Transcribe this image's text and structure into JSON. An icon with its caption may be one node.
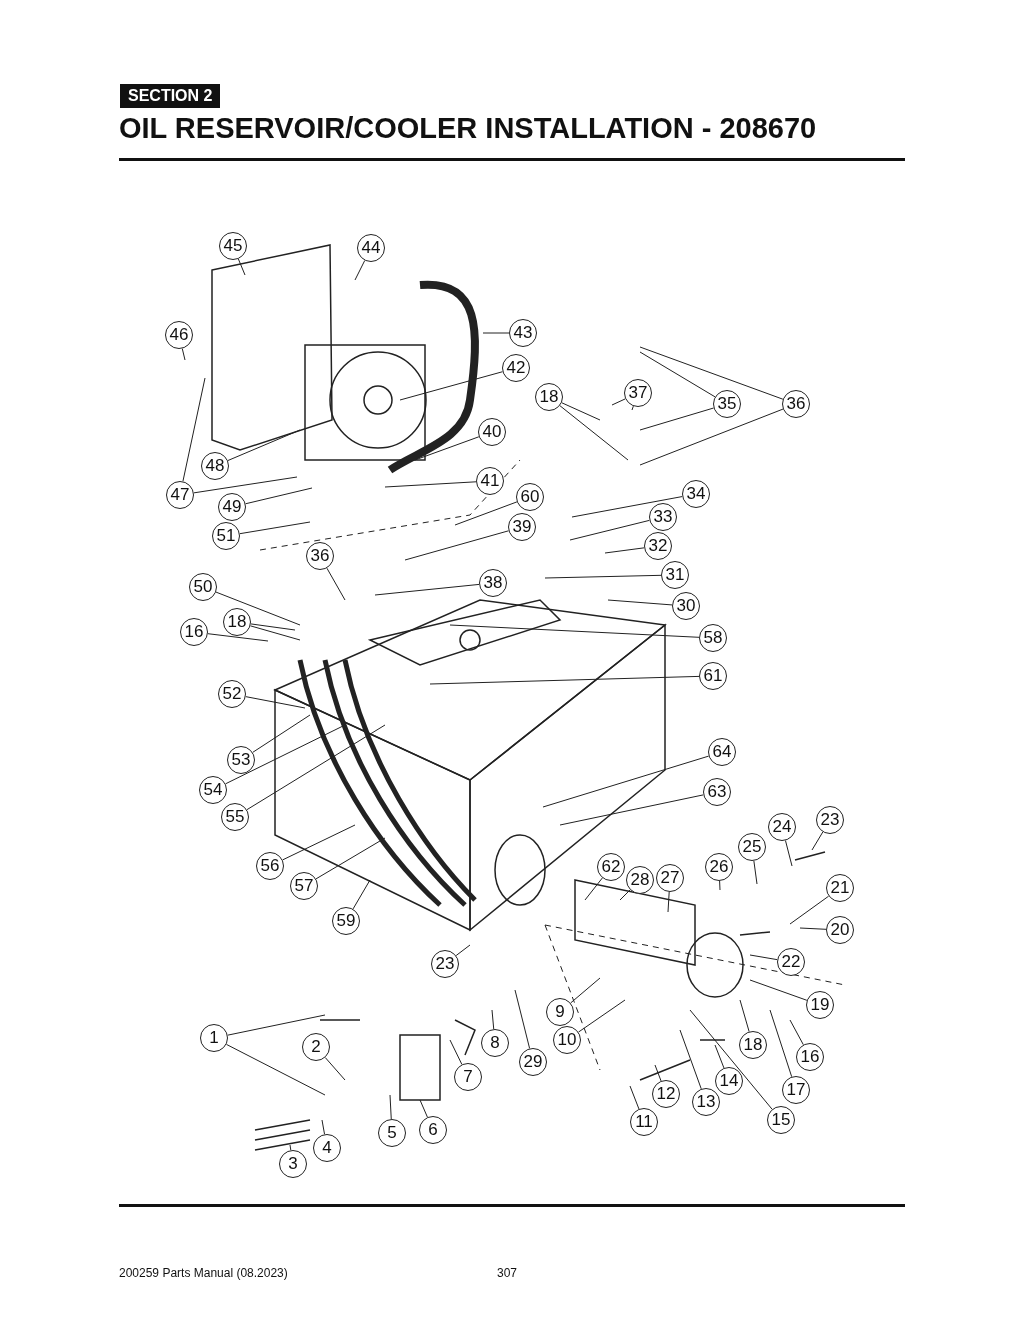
{
  "diagram": {
    "title": "OIL RESERVOIR/COOLER INSTALLATION - 208670",
    "nodes": [
      {
        "text": [
          "45"
        ]
      },
      {
        "text": [
          "44"
        ]
      },
      {
        "text": [
          "43"
        ]
      },
      {
        "text": [
          "46"
        ]
      },
      {
        "text": [
          "42"
        ]
      },
      {
        "text": [
          "18"
        ]
      },
      {
        "text": [
          "37"
        ]
      },
      {
        "text": [
          "35"
        ]
      },
      {
        "text": [
          "36"
        ]
      },
      {
        "text": [
          "40"
        ]
      },
      {
        "text": [
          "48"
        ]
      },
      {
        "text": [
          "41"
        ]
      },
      {
        "text": [
          "47"
        ]
      },
      {
        "text": [
          "49"
        ]
      },
      {
        "text": [
          "60"
        ]
      },
      {
        "text": [
          "34"
        ]
      },
      {
        "text": [
          "51"
        ]
      },
      {
        "text": [
          "39"
        ]
      },
      {
        "text": [
          "33"
        ]
      },
      {
        "text": [
          "32"
        ]
      },
      {
        "text": [
          "36"
        ]
      },
      {
        "text": [
          "31"
        ]
      },
      {
        "text": [
          "50"
        ]
      },
      {
        "text": [
          "38"
        ]
      },
      {
        "text": [
          "30"
        ]
      },
      {
        "text": [
          "18"
        ]
      },
      {
        "text": [
          "16"
        ]
      },
      {
        "text": [
          "58"
        ]
      },
      {
        "text": [
          "61"
        ]
      },
      {
        "text": [
          "52"
        ]
      },
      {
        "text": [
          "53"
        ]
      },
      {
        "text": [
          "54"
        ]
      },
      {
        "text": [
          "64"
        ]
      },
      {
        "text": [
          "63"
        ]
      },
      {
        "text": [
          "55"
        ]
      },
      {
        "text": [
          "24"
        ]
      },
      {
        "text": [
          "23"
        ]
      },
      {
        "text": [
          "25"
        ]
      },
      {
        "text": [
          "26"
        ]
      },
      {
        "text": [
          "56"
        ]
      },
      {
        "text": [
          "62"
        ]
      },
      {
        "text": [
          "28"
        ]
      },
      {
        "text": [
          "27"
        ]
      },
      {
        "text": [
          "21"
        ]
      },
      {
        "text": [
          "57"
        ]
      },
      {
        "text": [
          "59"
        ]
      },
      {
        "text": [
          "20"
        ]
      },
      {
        "text": [
          "22"
        ]
      },
      {
        "text": [
          "23"
        ]
      },
      {
        "text": [
          "19"
        ]
      },
      {
        "text": [
          "9"
        ]
      },
      {
        "text": [
          "29"
        ]
      },
      {
        "text": [
          "10"
        ]
      },
      {
        "text": [
          "18"
        ]
      },
      {
        "text": [
          "8"
        ]
      },
      {
        "text": [
          "1"
        ]
      },
      {
        "text": [
          "2"
        ]
      },
      {
        "text": [
          "7"
        ]
      },
      {
        "text": [
          "16"
        ]
      },
      {
        "text": [
          "14"
        ]
      },
      {
        "text": [
          "12"
        ]
      },
      {
        "text": [
          "13"
        ]
      },
      {
        "text": [
          "17"
        ]
      },
      {
        "text": [
          "11"
        ]
      },
      {
        "text": [
          "15"
        ]
      },
      {
        "text": [
          "4"
        ]
      },
      {
        "text": [
          "5"
        ]
      },
      {
        "text": [
          "6"
        ]
      },
      {
        "text": [
          "3"
        ]
      }
    ],
    "edges": [
      {
        "from": 0,
        "to": null,
        "arrow": "none"
      },
      {
        "from": 1,
        "to": null,
        "arrow": "none"
      },
      {
        "from": 2,
        "to": null,
        "arrow": "none"
      },
      {
        "from": 3,
        "to": null,
        "arrow": "none"
      },
      {
        "from": 4,
        "to": null,
        "arrow": "none"
      },
      {
        "from": 5,
        "to": null,
        "arrow": "none"
      },
      {
        "from": 5,
        "to": null,
        "arrow": "none"
      },
      {
        "from": 6,
        "to": null,
        "arrow": "none"
      },
      {
        "from": 6,
        "to": null,
        "arrow": "none"
      },
      {
        "from": 7,
        "to": null,
        "arrow": "none"
      },
      {
        "from": 7,
        "to": null,
        "arrow": "none"
      },
      {
        "from": 8,
        "to": null,
        "arrow": "none"
      },
      {
        "from": 8,
        "to": null,
        "arrow": "none"
      },
      {
        "from": 9,
        "to": null,
        "arrow": "none"
      },
      {
        "from": 10,
        "to": null,
        "arrow": "none"
      },
      {
        "from": 11,
        "to": null,
        "arrow": "none"
      },
      {
        "from": 12,
        "to": null,
        "arrow": "none"
      },
      {
        "from": 12,
        "to": null,
        "arrow": "none"
      },
      {
        "from": 13,
        "to": null,
        "arrow": "none"
      },
      {
        "from": 14,
        "to": null,
        "arrow": "none"
      },
      {
        "from": 15,
        "to": null,
        "arrow": "none"
      },
      {
        "from": 16,
        "to": null,
        "arrow": "none"
      },
      {
        "from": 17,
        "to": null,
        "arrow": "none"
      },
      {
        "from": 18,
        "to": null,
        "arrow": "none"
      },
      {
        "from": 19,
        "to": null,
        "arrow": "none"
      },
      {
        "from": 20,
        "to": null,
        "arrow": "none"
      },
      {
        "from": 21,
        "to": null,
        "arrow": "none"
      },
      {
        "from": 22,
        "to": null,
        "arrow": "none"
      },
      {
        "from": 23,
        "to": null,
        "arrow": "none"
      },
      {
        "from": 24,
        "to": null,
        "arrow": "none"
      },
      {
        "from": 25,
        "to": null,
        "arrow": "none"
      },
      {
        "from": 25,
        "to": null,
        "arrow": "none"
      },
      {
        "from": 26,
        "to": null,
        "arrow": "none"
      },
      {
        "from": 27,
        "to": null,
        "arrow": "none"
      },
      {
        "from": 28,
        "to": null,
        "arrow": "none"
      },
      {
        "from": 29,
        "to": null,
        "arrow": "none"
      },
      {
        "from": 30,
        "to": null,
        "arrow": "none"
      },
      {
        "from": 31,
        "to": null,
        "arrow": "none"
      },
      {
        "from": 32,
        "to": null,
        "arrow": "none"
      },
      {
        "from": 33,
        "to": null,
        "arrow": "none"
      },
      {
        "from": 34,
        "to": null,
        "arrow": "none"
      },
      {
        "from": 35,
        "to": null,
        "arrow": "none"
      },
      {
        "from": 36,
        "to": null,
        "arrow": "none"
      },
      {
        "from": 37,
        "to": null,
        "arrow": "none"
      },
      {
        "from": 38,
        "to": null,
        "arrow": "none"
      },
      {
        "from": 39,
        "to": null,
        "arrow": "none"
      },
      {
        "from": 40,
        "to": null,
        "arrow": "none"
      },
      {
        "from": 41,
        "to": null,
        "arrow": "none"
      },
      {
        "from": 42,
        "to": null,
        "arrow": "none"
      },
      {
        "from": 43,
        "to": null,
        "arrow": "none"
      },
      {
        "from": 44,
        "to": null,
        "arrow": "none"
      },
      {
        "from": 45,
        "to": null,
        "arrow": "none"
      },
      {
        "from": 46,
        "to": null,
        "arrow": "none"
      },
      {
        "from": 47,
        "to": null,
        "arrow": "none"
      },
      {
        "from": 48,
        "to": null,
        "arrow": "none"
      },
      {
        "from": 49,
        "to": null,
        "arrow": "none"
      },
      {
        "from": 50,
        "to": null,
        "arrow": "none"
      },
      {
        "from": 51,
        "to": null,
        "arrow": "none"
      },
      {
        "from": 52,
        "to": null,
        "arrow": "none"
      },
      {
        "from": 53,
        "to": null,
        "arrow": "none"
      },
      {
        "from": 54,
        "to": null,
        "arrow": "none"
      },
      {
        "from": 55,
        "to": null,
        "arrow": "none"
      },
      {
        "from": 55,
        "to": null,
        "arrow": "none"
      },
      {
        "from": 56,
        "to": null,
        "arrow": "none"
      },
      {
        "from": 57,
        "to": null,
        "arrow": "none"
      },
      {
        "from": 58,
        "to": null,
        "arrow": "none"
      },
      {
        "from": 59,
        "to": null,
        "arrow": "none"
      },
      {
        "from": 60,
        "to": null,
        "arrow": "none"
      },
      {
        "from": 61,
        "to": null,
        "arrow": "none"
      },
      {
        "from": 62,
        "to": null,
        "arrow": "none"
      },
      {
        "from": 63,
        "to": null,
        "arrow": "none"
      },
      {
        "from": 64,
        "to": null,
        "arrow": "none"
      },
      {
        "from": 65,
        "to": null,
        "arrow": "none"
      },
      {
        "from": 66,
        "to": null,
        "arrow": "none"
      },
      {
        "from": 67,
        "to": null,
        "arrow": "none"
      },
      {
        "from": 68,
        "to": null,
        "arrow": "none"
      }
    ],
    "labels": [
      "SECTION 2",
      "200259 Parts Manual (08.2023)",
      "307"
    ]
  }
}
